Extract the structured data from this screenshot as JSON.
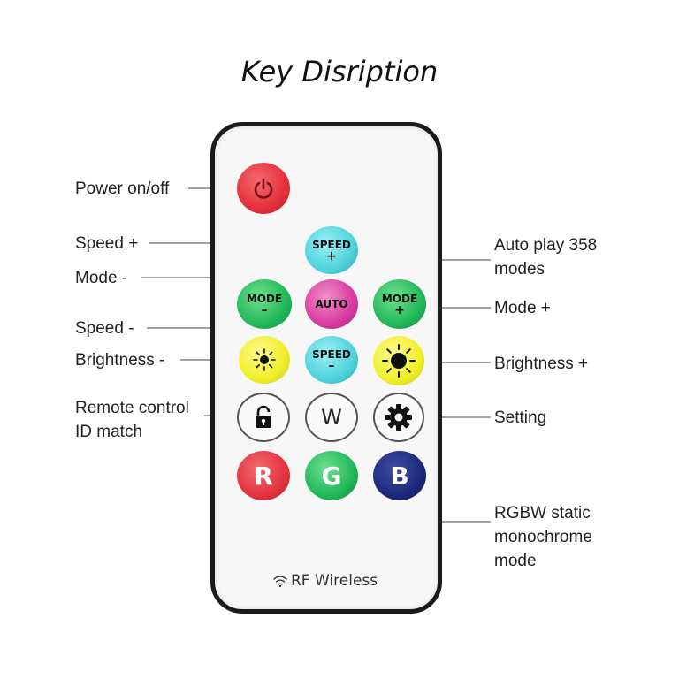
{
  "title": "Key Disription",
  "remote": {
    "speed_plus": {
      "line1": "SPEED",
      "line2": "+"
    },
    "speed_minus": {
      "line1": "SPEED",
      "line2": "–"
    },
    "mode_minus": {
      "line1": "MODE",
      "line2": "–"
    },
    "mode_plus": {
      "line1": "MODE",
      "line2": "+"
    },
    "auto": "AUTO",
    "w": "W",
    "r": "R",
    "g": "G",
    "b": "B",
    "footer": "RF Wireless"
  },
  "labels": {
    "power": "Power on/off",
    "speed_plus": "Speed +",
    "mode_minus": "Mode -",
    "speed_minus": "Speed -",
    "brightness_minus": "Brightness -",
    "remote_id_1": "Remote control",
    "remote_id_2": "ID match",
    "auto_play_1": "Auto play 358",
    "auto_play_2": "modes",
    "mode_plus": "Mode +",
    "brightness_plus": "Brightness +",
    "setting": "Setting",
    "rgbw_1": "RGBW static",
    "rgbw_2": "monochrome",
    "rgbw_3": "mode"
  },
  "colors": {
    "power": "#e8343e",
    "cyan": "#4fd3dc",
    "green": "#22b85a",
    "magenta": "#d83c9e",
    "yellow": "#f1ef2a",
    "red": "#e3343e",
    "blue": "#1d2a7a"
  },
  "icons": [
    "power-icon",
    "sun-small-icon",
    "sun-large-icon",
    "lock-icon",
    "gear-icon",
    "wifi-icon"
  ]
}
